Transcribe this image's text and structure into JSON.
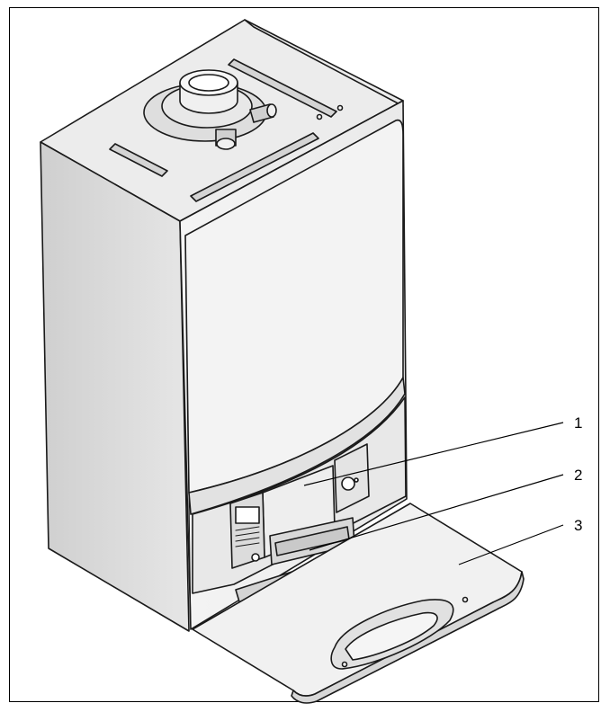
{
  "figure": {
    "callouts": [
      {
        "id": "1",
        "label": "1"
      },
      {
        "id": "2",
        "label": "2"
      },
      {
        "id": "3",
        "label": "3"
      }
    ]
  },
  "colors": {
    "line": "#1a1a1a",
    "panel": "#f7f7f7",
    "shade": "#dcdcdc",
    "dark": "#9a9a9a",
    "frame": "#000000"
  }
}
